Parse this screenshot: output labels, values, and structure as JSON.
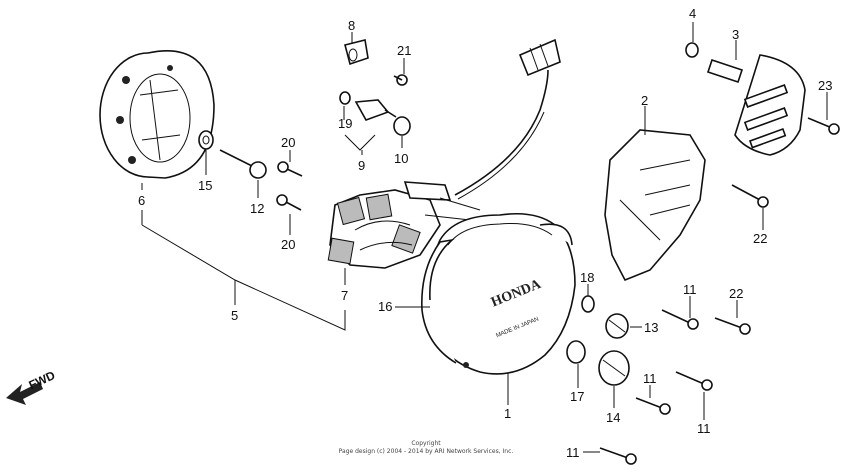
{
  "diagram": {
    "callouts": {
      "c1": "1",
      "c2": "2",
      "c3": "3",
      "c4": "4",
      "c5": "5",
      "c6": "6",
      "c7": "7",
      "c8": "8",
      "c9": "9",
      "c10": "10",
      "c11a": "11",
      "c11b": "11",
      "c11c": "11",
      "c11d": "11",
      "c12": "12",
      "c13": "13",
      "c14": "14",
      "c15": "15",
      "c16": "16",
      "c17": "17",
      "c18": "18",
      "c19": "19",
      "c20a": "20",
      "c20b": "20",
      "c21": "21",
      "c22a": "22",
      "c22b": "22",
      "c23": "23"
    },
    "fwd_label": "FWD",
    "cover_stamp": "HONDA",
    "cover_stamp_small": "MADE IN JAPAN",
    "copyright_line1": "Copyright",
    "copyright_line2": "Page design (c) 2004 - 2014 by ARI Network Services, Inc."
  }
}
